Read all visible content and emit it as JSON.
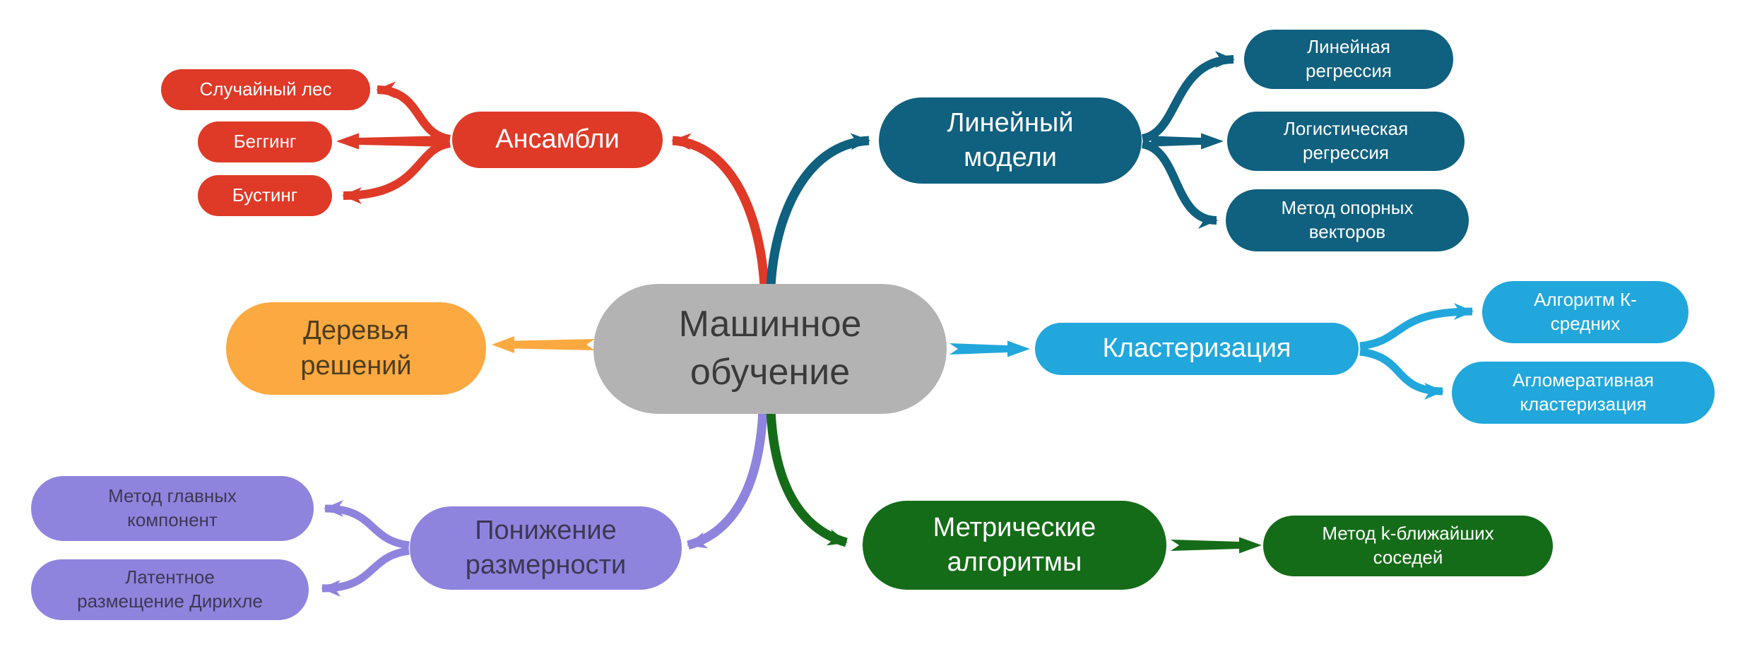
{
  "map": {
    "center": {
      "label": "Машинное обучение"
    },
    "branches": [
      {
        "id": "ensembles",
        "label": "Ансамбли",
        "color": "#de3a27",
        "children": [
          "Случайный лес",
          "Беггинг",
          "Бустинг"
        ]
      },
      {
        "id": "linear-models",
        "label": "Линейный модели",
        "color": "#10607f",
        "children": [
          "Линейная регрессия",
          "Логистическая регрессия",
          "Метод опорных векторов"
        ]
      },
      {
        "id": "decision-trees",
        "label": "Деревья решений",
        "color": "#fba940",
        "children": []
      },
      {
        "id": "clustering",
        "label": "Кластеризация",
        "color": "#21a7db",
        "children": [
          "Алгоритм К-средних",
          "Агломеративная кластеризация"
        ]
      },
      {
        "id": "dimensionality-reduction",
        "label": "Понижение размерности",
        "color": "#8e84de",
        "children": [
          "Метод главных компонент",
          "Латентное размещение Дирихле"
        ]
      },
      {
        "id": "metric-algorithms",
        "label": "Метрические алгоритмы",
        "color": "#156c18",
        "children": [
          "Метод k-ближайших соседей"
        ]
      }
    ],
    "colors": {
      "center_fill": "#b3b3b3",
      "center_text": "#3a3a3a",
      "red": "#de3a27",
      "teal": "#10607f",
      "cyan": "#21a7db",
      "orange": "#fba940",
      "purple": "#8e84de",
      "green": "#156c18"
    }
  }
}
